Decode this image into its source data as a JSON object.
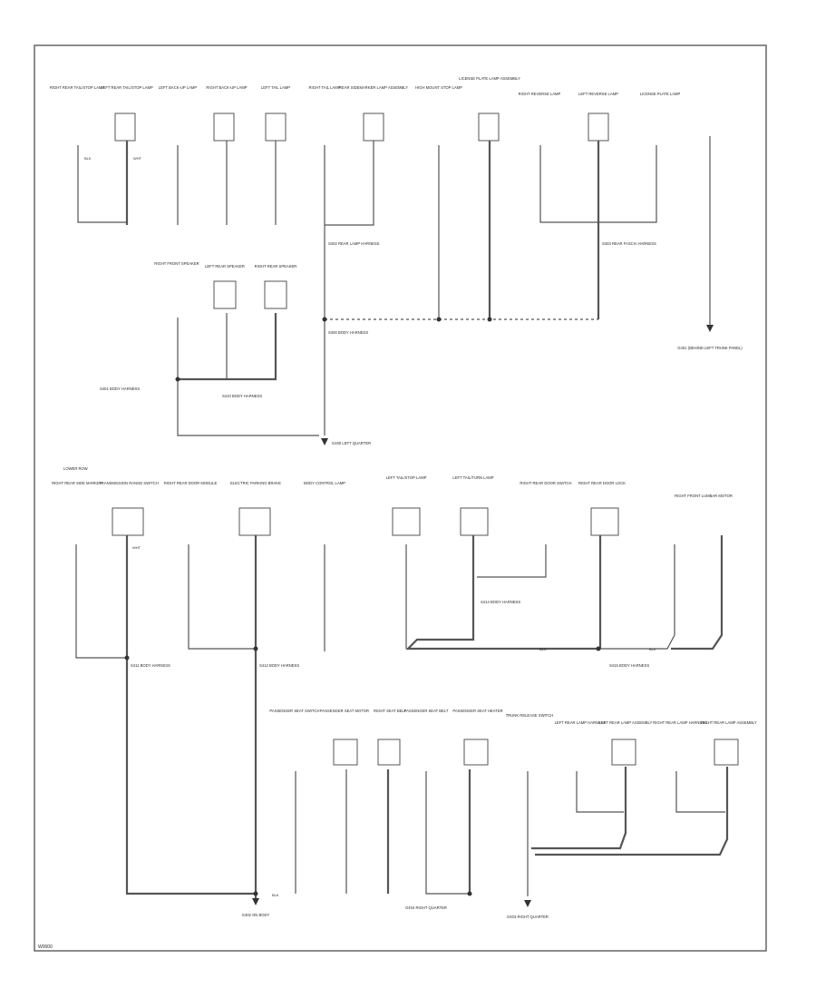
{
  "footer_code": "W0000",
  "section_label": "LOWER ROW",
  "components": {
    "c1": "RIGHT REAR TAIL/STOP LAMP",
    "c2": "LEFT REAR TAIL/STOP LAMP",
    "c3": "LEFT BACK-UP LAMP",
    "c4": "RIGHT BACK-UP LAMP",
    "c5": "LEFT TAIL LAMP",
    "c6": "RIGHT TAIL LAMP",
    "c7": "REAR SIDEMARKER LAMP ASSEMBLY",
    "c8": "HIGH MOUNT STOP LAMP",
    "c9": "LICENSE PLATE LAMP ASSEMBLY",
    "c10": "RIGHT REVERSE LAMP",
    "c11": "LEFT REVERSE LAMP",
    "c12": "LICENSE PLATE LAMP",
    "c13": "RIGHT FRONT SPEAKER",
    "c14": "LEFT REAR SPEAKER",
    "c15": "RIGHT REAR SPEAKER",
    "c16": "RIGHT REAR SIDE MARKER",
    "c17": "TRANSMISSION RANGE SWITCH",
    "c18": "RIGHT REAR DOOR MODULE",
    "c19": "ELECTRIC PARKING BRAKE",
    "c20": "BODY CONTROL LAMP",
    "c21": "LEFT TAIL/STOP LAMP",
    "c22": "LEFT TAIL/TURN LAMP",
    "c23": "RIGHT REAR DOOR SWITCH",
    "c24": "RIGHT REAR DOOR LOCK",
    "c25": "RIGHT FRONT LUMBAR MOTOR",
    "c26": "PASSENGER SEAT SWITCH",
    "c27": "PASSENGER SEAT MOTOR",
    "c28": "RIGHT SEAT BELT",
    "c29": "PASSENGER SEAT BELT",
    "c30": "PASSENGER SEAT HEATER",
    "c31": "TRUNK RELEASE SWITCH",
    "c32": "LEFT REAR LAMP HARNESS",
    "c33": "LEFT REAR LAMP ASSEMBLY",
    "c34": "RIGHT REAR LAMP HARNESS",
    "c35": "RIGHT REAR LAMP ASSEMBLY"
  },
  "notes": {
    "n1": "G401 (BEHIND LEFT TRUNK PANEL)",
    "n2": "S403 REAR FASCIA HARNESS",
    "n3": "S402 REAR LAMP HARNESS",
    "n4": "S400 BODY HARNESS",
    "n5": "S401 BODY HARNESS",
    "n6": "G400 LEFT QUARTER",
    "n7": "G402 ON BODY",
    "n8": "S410 BODY HARNESS",
    "n9": "S411 BODY HARNESS",
    "n10": "S412 BODY HARNESS",
    "n11": "S414 BODY HARNESS",
    "n12": "G403 RIGHT QUARTER",
    "n13": "S415 BODY HARNESS",
    "n14": "G404 RIGHT QUARTER"
  },
  "wire_colors": {
    "blk": "BLK",
    "white": "WHT"
  }
}
